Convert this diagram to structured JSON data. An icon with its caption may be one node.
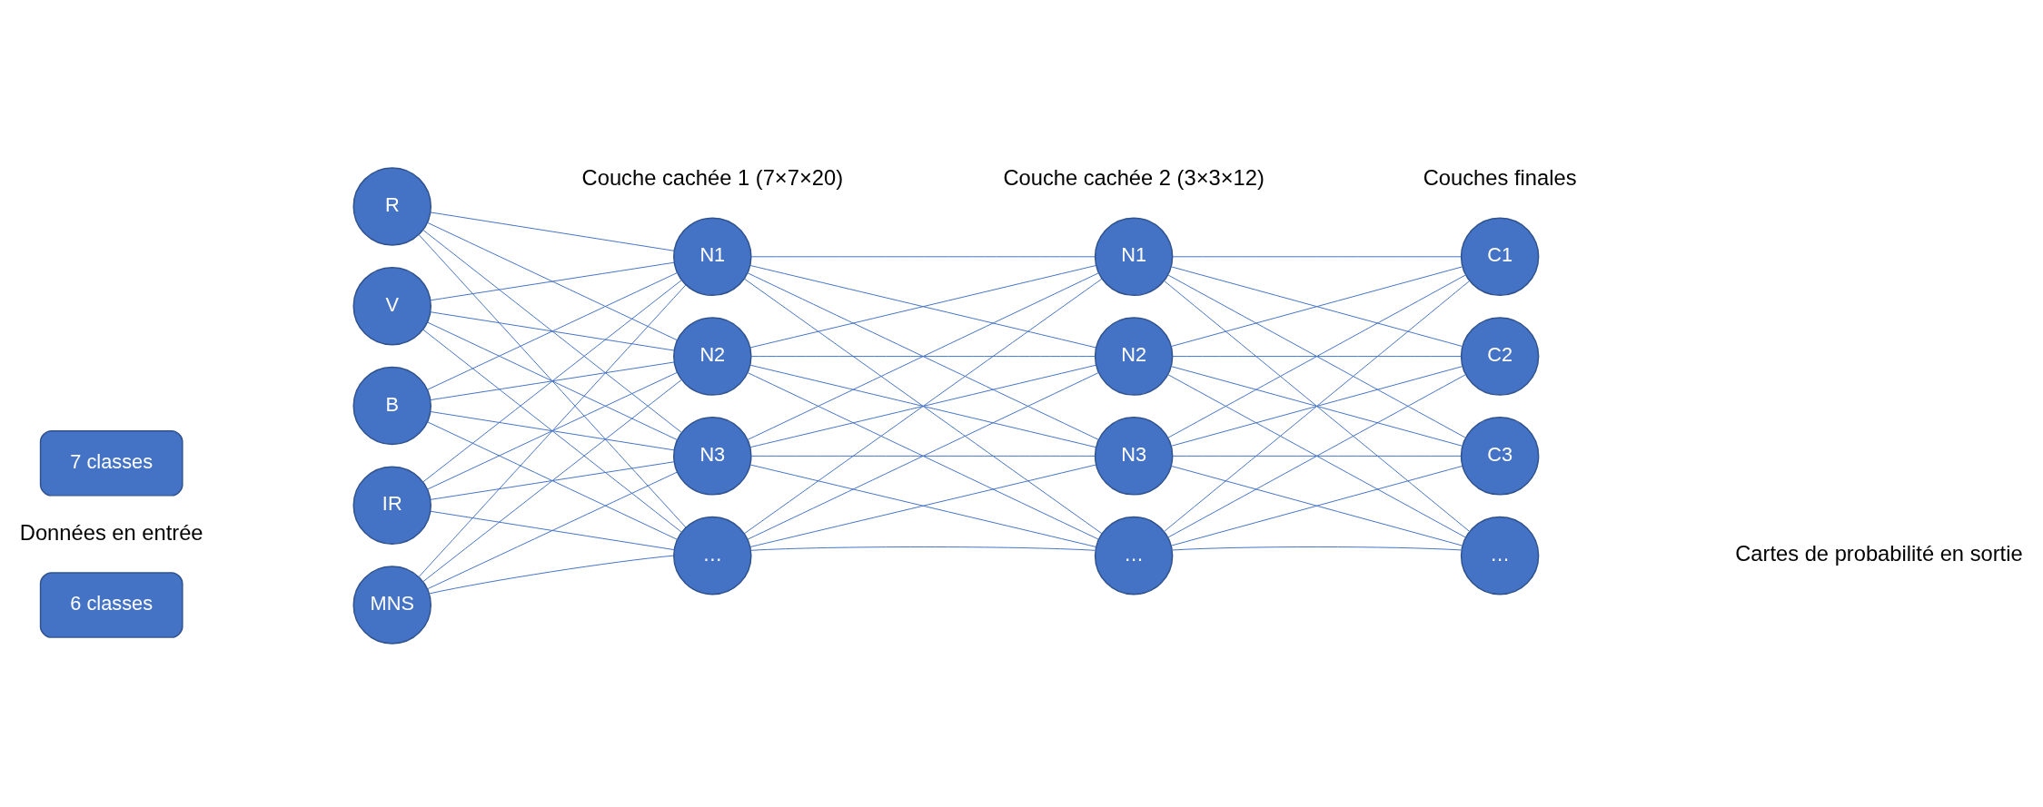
{
  "diagram": {
    "nodes": [
      {
        "text": [
          "7 classes"
        ]
      },
      {
        "text": [
          "6 classes"
        ]
      },
      {
        "text": [
          "R"
        ]
      },
      {
        "text": [
          "V"
        ]
      },
      {
        "text": [
          "B"
        ]
      },
      {
        "text": [
          "IR"
        ]
      },
      {
        "text": [
          "MNS"
        ]
      },
      {
        "text": [
          "N1"
        ]
      },
      {
        "text": [
          "N2"
        ]
      },
      {
        "text": [
          "N3"
        ]
      },
      {
        "text": [
          "…"
        ]
      },
      {
        "text": [
          "N1"
        ]
      },
      {
        "text": [
          "N2"
        ]
      },
      {
        "text": [
          "N3"
        ]
      },
      {
        "text": [
          "…"
        ]
      },
      {
        "text": [
          "C1"
        ]
      },
      {
        "text": [
          "C2"
        ]
      },
      {
        "text": [
          "C3"
        ]
      },
      {
        "text": [
          "…"
        ]
      }
    ],
    "edges": [
      {
        "from": 2,
        "to": 7,
        "arrow": "none"
      },
      {
        "from": 2,
        "to": 8,
        "arrow": "none"
      },
      {
        "from": 2,
        "to": 9,
        "arrow": "none"
      },
      {
        "from": 2,
        "to": 10,
        "arrow": "none"
      },
      {
        "from": 3,
        "to": 7,
        "arrow": "none"
      },
      {
        "from": 3,
        "to": 8,
        "arrow": "none"
      },
      {
        "from": 3,
        "to": 9,
        "arrow": "none"
      },
      {
        "from": 3,
        "to": 10,
        "arrow": "none"
      },
      {
        "from": 4,
        "to": 7,
        "arrow": "none"
      },
      {
        "from": 4,
        "to": 8,
        "arrow": "none"
      },
      {
        "from": 4,
        "to": 9,
        "arrow": "none"
      },
      {
        "from": 4,
        "to": 10,
        "arrow": "none"
      },
      {
        "from": 5,
        "to": 7,
        "arrow": "none"
      },
      {
        "from": 5,
        "to": 8,
        "arrow": "none"
      },
      {
        "from": 5,
        "to": 9,
        "arrow": "none"
      },
      {
        "from": 5,
        "to": 10,
        "arrow": "none"
      },
      {
        "from": 6,
        "to": 7,
        "arrow": "none"
      },
      {
        "from": 6,
        "to": 8,
        "arrow": "none"
      },
      {
        "from": 6,
        "to": 9,
        "arrow": "none"
      },
      {
        "from": 6,
        "to": 10,
        "arrow": "none"
      },
      {
        "from": 7,
        "to": 11,
        "arrow": "none"
      },
      {
        "from": 7,
        "to": 12,
        "arrow": "none"
      },
      {
        "from": 7,
        "to": 13,
        "arrow": "none"
      },
      {
        "from": 7,
        "to": 14,
        "arrow": "none"
      },
      {
        "from": 8,
        "to": 11,
        "arrow": "none"
      },
      {
        "from": 8,
        "to": 12,
        "arrow": "none"
      },
      {
        "from": 8,
        "to": 13,
        "arrow": "none"
      },
      {
        "from": 8,
        "to": 14,
        "arrow": "none"
      },
      {
        "from": 9,
        "to": 11,
        "arrow": "none"
      },
      {
        "from": 9,
        "to": 12,
        "arrow": "none"
      },
      {
        "from": 9,
        "to": 13,
        "arrow": "none"
      },
      {
        "from": 9,
        "to": 14,
        "arrow": "none"
      },
      {
        "from": 10,
        "to": 11,
        "arrow": "none"
      },
      {
        "from": 10,
        "to": 12,
        "arrow": "none"
      },
      {
        "from": 10,
        "to": 13,
        "arrow": "none"
      },
      {
        "from": 10,
        "to": 14,
        "arrow": "none"
      },
      {
        "from": 11,
        "to": 15,
        "arrow": "none"
      },
      {
        "from": 11,
        "to": 16,
        "arrow": "none"
      },
      {
        "from": 11,
        "to": 17,
        "arrow": "none"
      },
      {
        "from": 11,
        "to": 18,
        "arrow": "none"
      },
      {
        "from": 12,
        "to": 15,
        "arrow": "none"
      },
      {
        "from": 12,
        "to": 16,
        "arrow": "none"
      },
      {
        "from": 12,
        "to": 17,
        "arrow": "none"
      },
      {
        "from": 12,
        "to": 18,
        "arrow": "none"
      },
      {
        "from": 13,
        "to": 15,
        "arrow": "none"
      },
      {
        "from": 13,
        "to": 16,
        "arrow": "none"
      },
      {
        "from": 13,
        "to": 17,
        "arrow": "none"
      },
      {
        "from": 13,
        "to": 18,
        "arrow": "none"
      },
      {
        "from": 14,
        "to": 15,
        "arrow": "none"
      },
      {
        "from": 14,
        "to": 16,
        "arrow": "none"
      },
      {
        "from": 14,
        "to": 17,
        "arrow": "none"
      },
      {
        "from": 14,
        "to": 18,
        "arrow": "none"
      }
    ],
    "labels": [
      "Couche cachée 1 (7×7×20)",
      "Couche cachée 2 (3×3×12)",
      "Couches finales",
      "Données en entrée",
      "Cartes de probabilité en sortie"
    ]
  }
}
